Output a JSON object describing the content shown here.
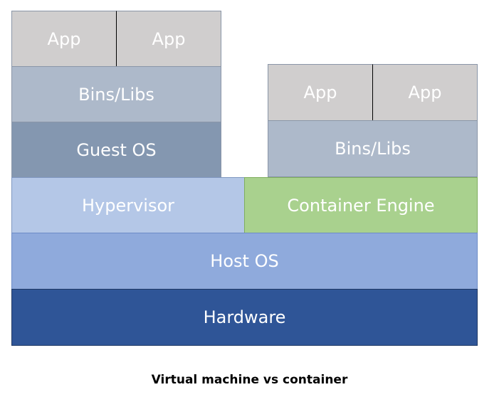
{
  "vm_stack": {
    "app_left": "App",
    "app_right": "App",
    "bins_libs": "Bins/Libs",
    "guest_os": "Guest OS",
    "hypervisor": "Hypervisor"
  },
  "container_stack": {
    "app_left": "App",
    "app_right": "App",
    "bins_libs": "Bins/Libs",
    "container_engine": "Container Engine"
  },
  "shared": {
    "host_os": "Host OS",
    "hardware": "Hardware"
  },
  "caption": "Virtual machine vs container",
  "colors": {
    "app": "#d0cece",
    "bins_libs": "#adb9ca",
    "guest_os": "#8497b0",
    "hypervisor": "#b4c7e7",
    "container_engine": "#a9d18e",
    "host_os": "#8faadc",
    "hardware": "#2f5597"
  }
}
